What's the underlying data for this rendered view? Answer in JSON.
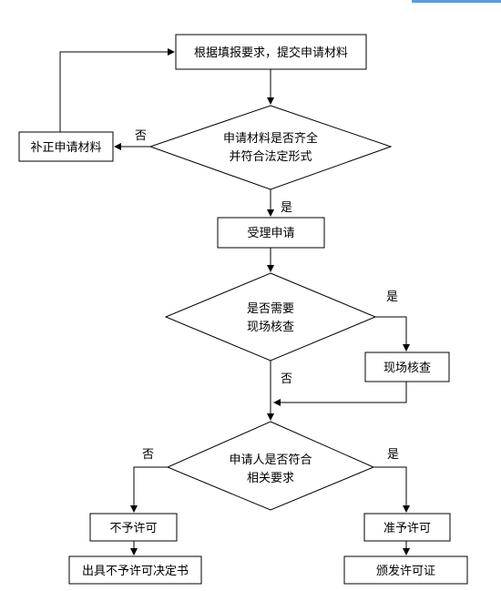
{
  "colors": {
    "accent_line": "#5b9bd5",
    "stroke": "#000000",
    "background": "#ffffff"
  },
  "nodes": {
    "submit": "根据填报要求，提交申请材料",
    "check_complete_line1": "申请材料是否齐全",
    "check_complete_line2": "并符合法定形式",
    "supplement": "补正申请材料",
    "accept": "受理申请",
    "need_inspect_line1": "是否需要",
    "need_inspect_line2": "现场核查",
    "inspect": "现场核查",
    "meets_req_line1": "申请人是否符合",
    "meets_req_line2": "相关要求",
    "deny": "不予许可",
    "deny_doc": "出具不予许可决定书",
    "approve": "准予许可",
    "issue": "颁发许可证"
  },
  "labels": {
    "no_to_supplement": "否",
    "yes_to_accept": "是",
    "yes_to_inspect": "是",
    "no_skip_inspect": "否",
    "no_deny": "否",
    "yes_approve": "是"
  }
}
